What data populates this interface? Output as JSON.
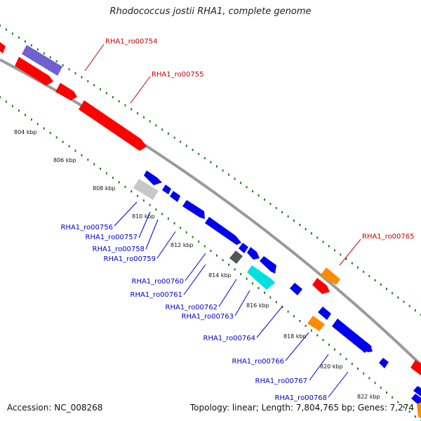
{
  "title": "Rhodococcus jostii RHA1, complete genome",
  "footer": {
    "accession": "Accession: NC_008268",
    "summary": "Topology: linear; Length: 7,804,765 bp; Genes: 7,274"
  },
  "colors": {
    "backbone": "#8a8a8a",
    "tick_dots": "#1d7a1d",
    "forward_label": "#cc0000",
    "reverse_label": "#0000cc",
    "red": "#ff0000",
    "blue": "#0000ee",
    "orange": "#ff8c00",
    "purple": "#7060d0",
    "gray_light": "#c8c8c8",
    "gray_dark": "#555555",
    "cyan": "#00e0e0"
  },
  "ticks": [
    {
      "label": "804 kbp"
    },
    {
      "label": "806 kbp"
    },
    {
      "label": "808 kbp"
    },
    {
      "label": "810 kbp"
    },
    {
      "label": "812 kbp"
    },
    {
      "label": "814 kbp"
    },
    {
      "label": "816 kbp"
    },
    {
      "label": "818 kbp"
    },
    {
      "label": "820 kbp"
    },
    {
      "label": "822 kbp"
    }
  ],
  "gene_labels": {
    "forward": [
      "RHA1_ro00754",
      "RHA1_ro00755",
      "RHA1_ro00765"
    ],
    "reverse": [
      "RHA1_ro00756",
      "RHA1_ro00757",
      "RHA1_ro00758",
      "RHA1_ro00759",
      "RHA1_ro00760",
      "RHA1_ro00761",
      "RHA1_ro00762",
      "RHA1_ro00763",
      "RHA1_ro00764",
      "RHA1_ro00766",
      "RHA1_ro00767",
      "RHA1_ro00768"
    ]
  }
}
